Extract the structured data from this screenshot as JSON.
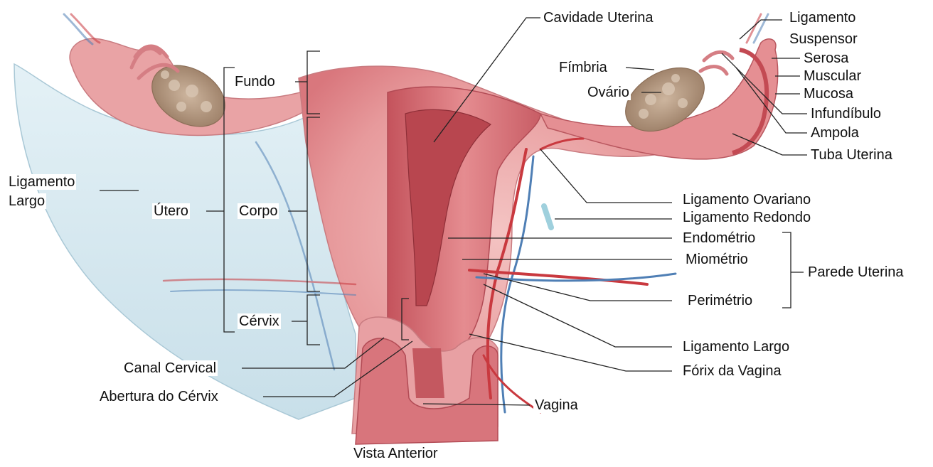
{
  "labels": {
    "cavidade_uterina": "Cavidade Uterina",
    "ligamento_suspensor": "Ligamento\nSuspensor",
    "ligamento_suspensor_l1": "Ligamento",
    "ligamento_suspensor_l2": "Suspensor",
    "fimbria": "Fímbria",
    "ovario": "Ovário",
    "serosa": "Serosa",
    "muscular": "Muscular",
    "mucosa": "Mucosa",
    "infundibulo": "Infundíbulo",
    "ampola": "Ampola",
    "tuba_uterina": "Tuba Uterina",
    "fundo": "Fundo",
    "ligamento_largo_left_l1": "Ligamento",
    "ligamento_largo_left_l2": "Largo",
    "utero": "Útero",
    "corpo": "Corpo",
    "cervix": "Cérvix",
    "ligamento_ovariano": "Ligamento Ovariano",
    "ligamento_redondo": "Ligamento Redondo",
    "endometrio": "Endométrio",
    "miometrio": "Miométrio",
    "perimetrio": "Perimétrio",
    "parede_uterina": "Parede Uterina",
    "ligamento_largo_right": "Ligamento Largo",
    "forix_vagina": "Fórix da Vagina",
    "canal_cervical": "Canal Cervical",
    "abertura_cervix": "Abertura do Cérvix",
    "vagina": "Vagina",
    "caption": "Vista Anterior"
  },
  "colors": {
    "uterus_pink": "#e8a0a3",
    "uterus_dark": "#c95a63",
    "ligament_blue": "#d6e9f0",
    "ovary_tan": "#b79a82",
    "vessel_red": "#c9393f",
    "vessel_blue": "#4f7fb5",
    "line": "#222222"
  }
}
